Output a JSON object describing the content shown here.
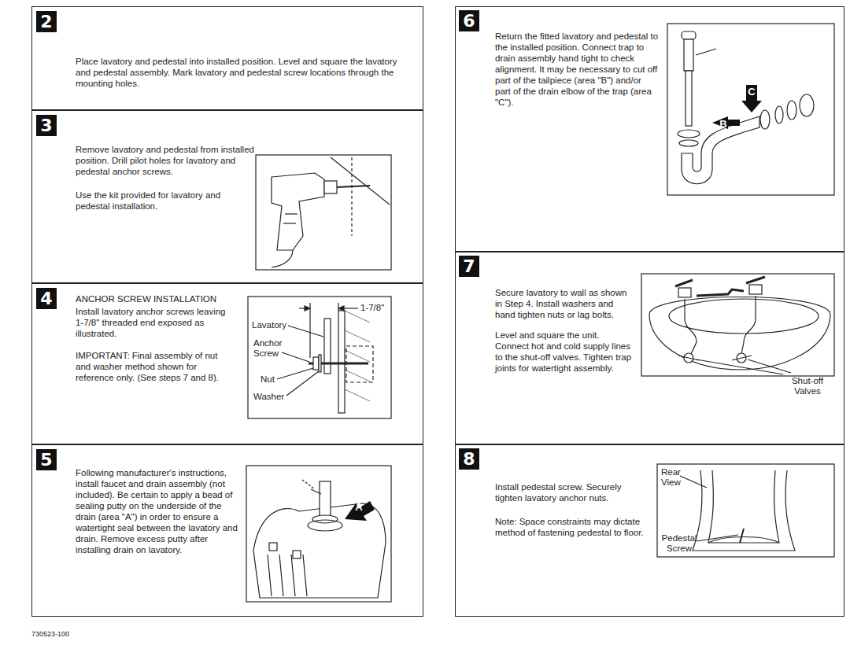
{
  "diagram": {
    "nodes": [
      {
        "text": [
          "2",
          "Place lavatory and pedestal into installed position. Level and square the lavatory and pedestal assembly. Mark lavatory and pedestal screw locations through the mounting holes."
        ]
      },
      {
        "text": [
          "3",
          "Remove lavatory and pedestal from installed position. Drill pilot holes for lavatory and pedestal anchor screws.",
          "Use the kit provided for lavatory and pedestal installation."
        ]
      },
      {
        "text": [
          "4",
          "ANCHOR SCREW INSTALLATION",
          "Install lavatory anchor screws leaving 1-7/8\" threaded end exposed as illustrated.",
          "IMPORTANT: Final assembly of nut and washer method shown for reference only. (See steps 7 and 8)."
        ]
      },
      {
        "text": [
          "5",
          "Following manufacturer's instructions, install faucet and drain assembly (not included). Be certain to apply a bead of sealing putty on the underside of the drain (area \"A\") in order to ensure a watertight seal between the lavatory and drain. Remove excess putty after installing drain on lavatory."
        ]
      },
      {
        "text": [
          "6",
          "Return the fitted lavatory and pedestal to the installed position. Connect trap to drain assembly hand tight to check alignment. It may be necessary to cut off part of the tailpiece (area \"B\") and/or part of the drain elbow of the trap (area \"C\")."
        ]
      },
      {
        "text": [
          "7",
          "Secure lavatory to wall as shown in Step 4. Install washers and hand tighten nuts or lag bolts.",
          "Level and square the unit. Connect hot and cold supply lines to the shut-off valves. Tighten trap joints for watertight assembly."
        ]
      },
      {
        "text": [
          "8",
          "Install pedestal screw. Securely tighten lavatory anchor nuts.",
          "Note: Space constraints may dictate method of fastening pedestal to floor."
        ]
      }
    ],
    "labels": [
      "1-7/8\"",
      "Lavatory",
      "Anchor Screw",
      "Nut",
      "Washer",
      "A",
      "B",
      "C",
      "Shut-off Valves",
      "Rear View",
      "Pedestal Screw",
      "730523-100"
    ]
  }
}
